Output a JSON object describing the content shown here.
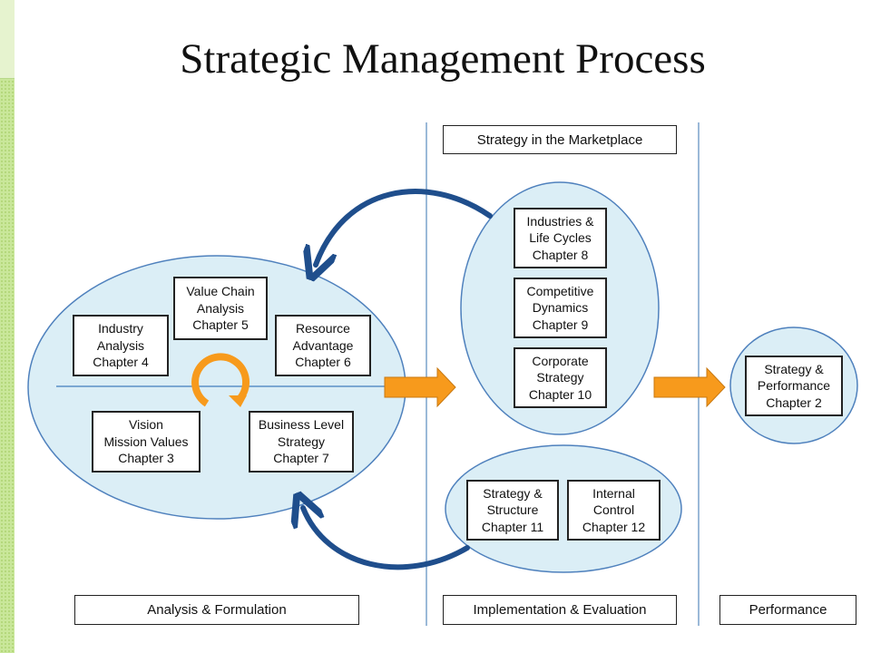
{
  "title": "Strategic Management Process",
  "labels": {
    "analysis": "Analysis & Formulation",
    "implementation": "Implementation & Evaluation",
    "performance": "Performance",
    "marketplace": "Strategy in the Marketplace"
  },
  "boxes": {
    "value_chain": "Value Chain\nAnalysis\nChapter  5",
    "industry": "Industry\nAnalysis\nChapter  4",
    "resource": "Resource\nAdvantage\nChapter  6",
    "vision": "Vision\nMission Values\nChapter  3",
    "business_level": "Business Level\nStrategy\nChapter  7",
    "industries_life": "Industries &\nLife Cycles\nChapter  8",
    "competitive": "Competitive\nDynamics\nChapter  9",
    "corporate": "Corporate\nStrategy\nChapter  10",
    "strategy_performance": "Strategy &\nPerformance\nChapter  2",
    "strategy_structure": "Strategy &\nStructure\nChapter  11",
    "internal_control": "Internal\nControl\nChapter  12"
  },
  "colors": {
    "ellipse_fill": "#dbeef6",
    "ellipse_stroke": "#4f81bd",
    "curved_arrow": "#1f4e8c",
    "block_arrow": "#f79a1c",
    "divider": "#7aa2cc"
  }
}
